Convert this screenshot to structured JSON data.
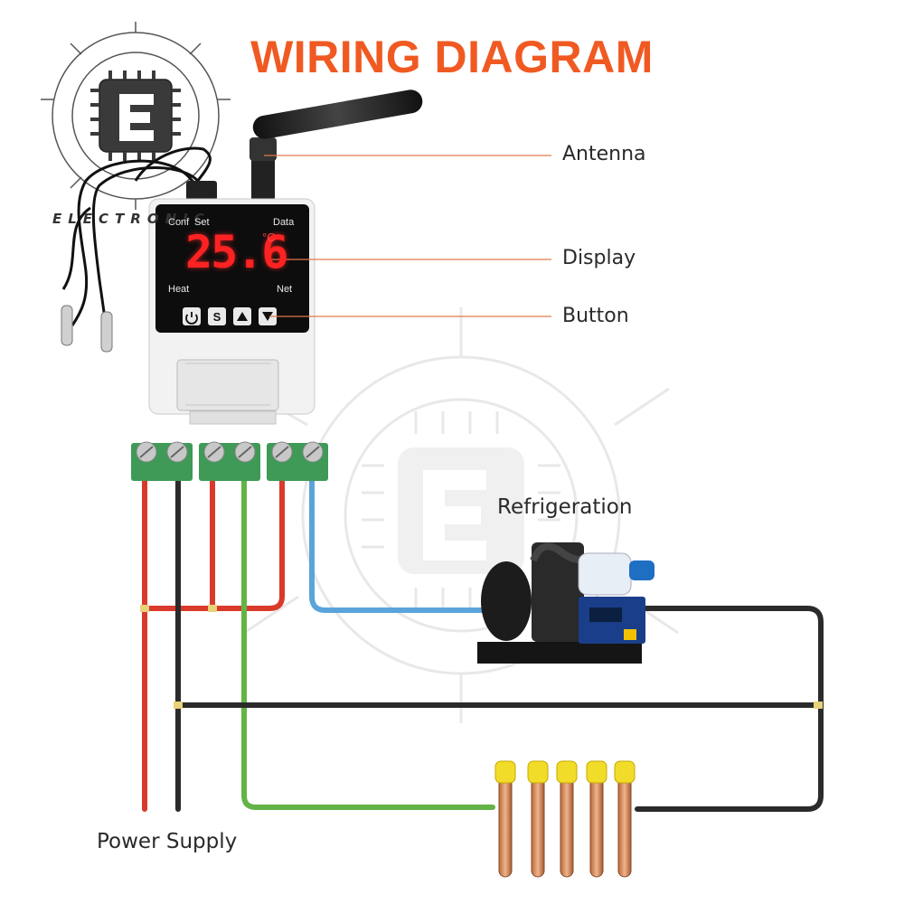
{
  "title": "WIRING DIAGRAM",
  "callouts": {
    "antenna": "Antenna",
    "display": "Display",
    "button": "Button",
    "refrigeration": "Refrigeration",
    "power_supply": "Power Supply"
  },
  "logo_text": "ELECTRONIC",
  "device": {
    "label_conf": "Conf",
    "label_set": "Set",
    "label_data": "Data",
    "label_heat": "Heat",
    "label_net": "Net",
    "reading": "25.6",
    "unit": "°C",
    "buttons": [
      "power-icon",
      "S",
      "up-arrow-icon",
      "down-arrow-icon"
    ]
  },
  "colors": {
    "title": "#f05a22",
    "live_wire": "#d93a2b",
    "neutral_wire": "#2b2b2b",
    "ground_wire": "#63b346",
    "signal_wire": "#5aa4db",
    "terminal_green": "#3e9a56",
    "callout_line": "#e07a4a"
  }
}
